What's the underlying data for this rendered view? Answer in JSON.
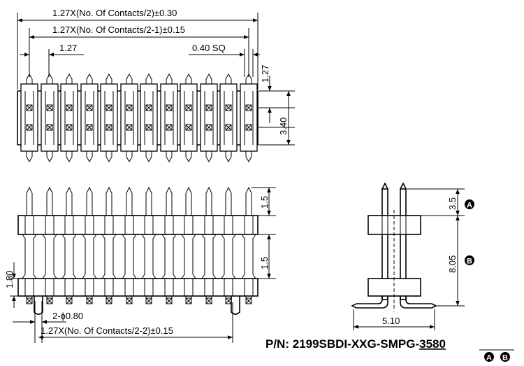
{
  "top_view": {
    "dim_overall": "1.27X(No. Of Contacts/2)±0.30",
    "dim_span": "1.27X(No. Of Contacts/2-1)±0.15",
    "dim_pitch": "1.27",
    "dim_pin": "0.40 SQ",
    "dim_right_pitch": "1.27",
    "dim_row_spacing": "3.40"
  },
  "front_view": {
    "dim_top": "1.5",
    "dim_mid": "1.5",
    "dim_left": "1.80",
    "dim_hole": "2-ϕ0.80",
    "dim_bottom_span": "1.27X(No. Of Contacts/2-2)±0.15"
  },
  "side_view": {
    "dim_a": "3.5",
    "dim_b": "8.05",
    "dim_width": "5.10",
    "marker_a": "A",
    "marker_b": "B"
  },
  "part_number": {
    "prefix": "P/N: 2199SBDI-XXG-SMPG-",
    "code_a": "35",
    "code_b": "80",
    "marker_a": "A",
    "marker_b": "B"
  }
}
